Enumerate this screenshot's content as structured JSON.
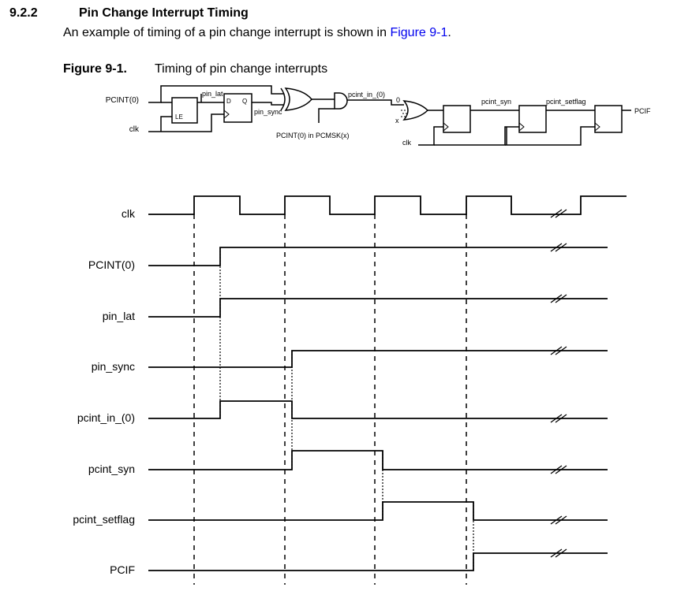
{
  "section": {
    "number": "9.2.2",
    "title": "Pin Change Interrupt Timing",
    "intro_text": "An example of timing of a pin change interrupt is shown in ",
    "intro_link": "Figure 9-1",
    "intro_end": "."
  },
  "figure": {
    "label": "Figure 9-1.",
    "title": "Timing of pin change interrupts"
  },
  "schematic": {
    "pcint0": "PCINT(0)",
    "clk": "clk",
    "le": "LE",
    "d": "D",
    "q": "Q",
    "pin_lat": "pin_lat",
    "pin_sync": "pin_sync",
    "pcint_in": "pcint_in_(0)",
    "pcmsk": "PCINT(0) in PCMSK(x)",
    "mux0": "0",
    "muxx": "x",
    "clk2": "clk",
    "pcint_syn": "pcint_syn",
    "pcint_setflag": "pcint_setflag",
    "pcif": "PCIF"
  },
  "signals": [
    {
      "name": "clk"
    },
    {
      "name": "PCINT(0)"
    },
    {
      "name": "pin_lat"
    },
    {
      "name": "pin_sync"
    },
    {
      "name": "pcint_in_(0)"
    },
    {
      "name": "pcint_syn"
    },
    {
      "name": "pcint_setflag"
    },
    {
      "name": "PCIF"
    }
  ]
}
